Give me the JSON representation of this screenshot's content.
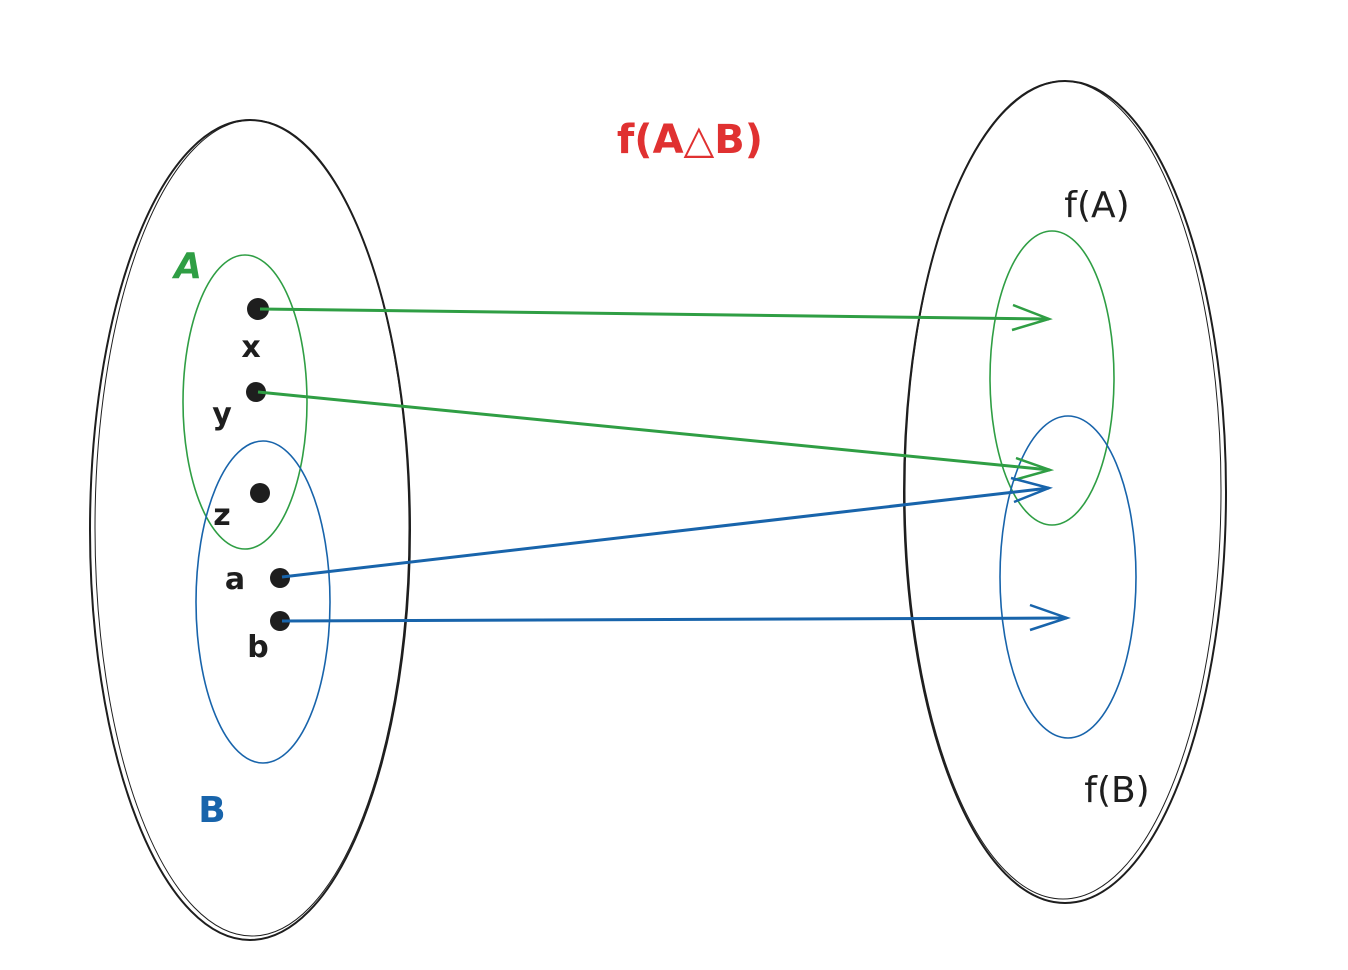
{
  "title": "f(A△B)",
  "colors": {
    "red": "#e03131",
    "green": "#2f9e44",
    "blue": "#1864ab",
    "black": "#1e1e1e"
  },
  "domain_sets": {
    "a_label": "A",
    "b_label": "B"
  },
  "points": {
    "x": "x",
    "y": "y",
    "z": "z",
    "a": "a",
    "b": "b"
  },
  "codomain_sets": {
    "fa_label": "f(A)",
    "fb_label": "f(B)"
  },
  "mappings": [
    {
      "from": "x",
      "to": "f(A) only",
      "color": "green"
    },
    {
      "from": "y",
      "to": "f(A) ∩ f(B)",
      "color": "green"
    },
    {
      "from": "a",
      "to": "f(A) ∩ f(B)",
      "color": "blue"
    },
    {
      "from": "b",
      "to": "f(B) only",
      "color": "blue"
    }
  ]
}
